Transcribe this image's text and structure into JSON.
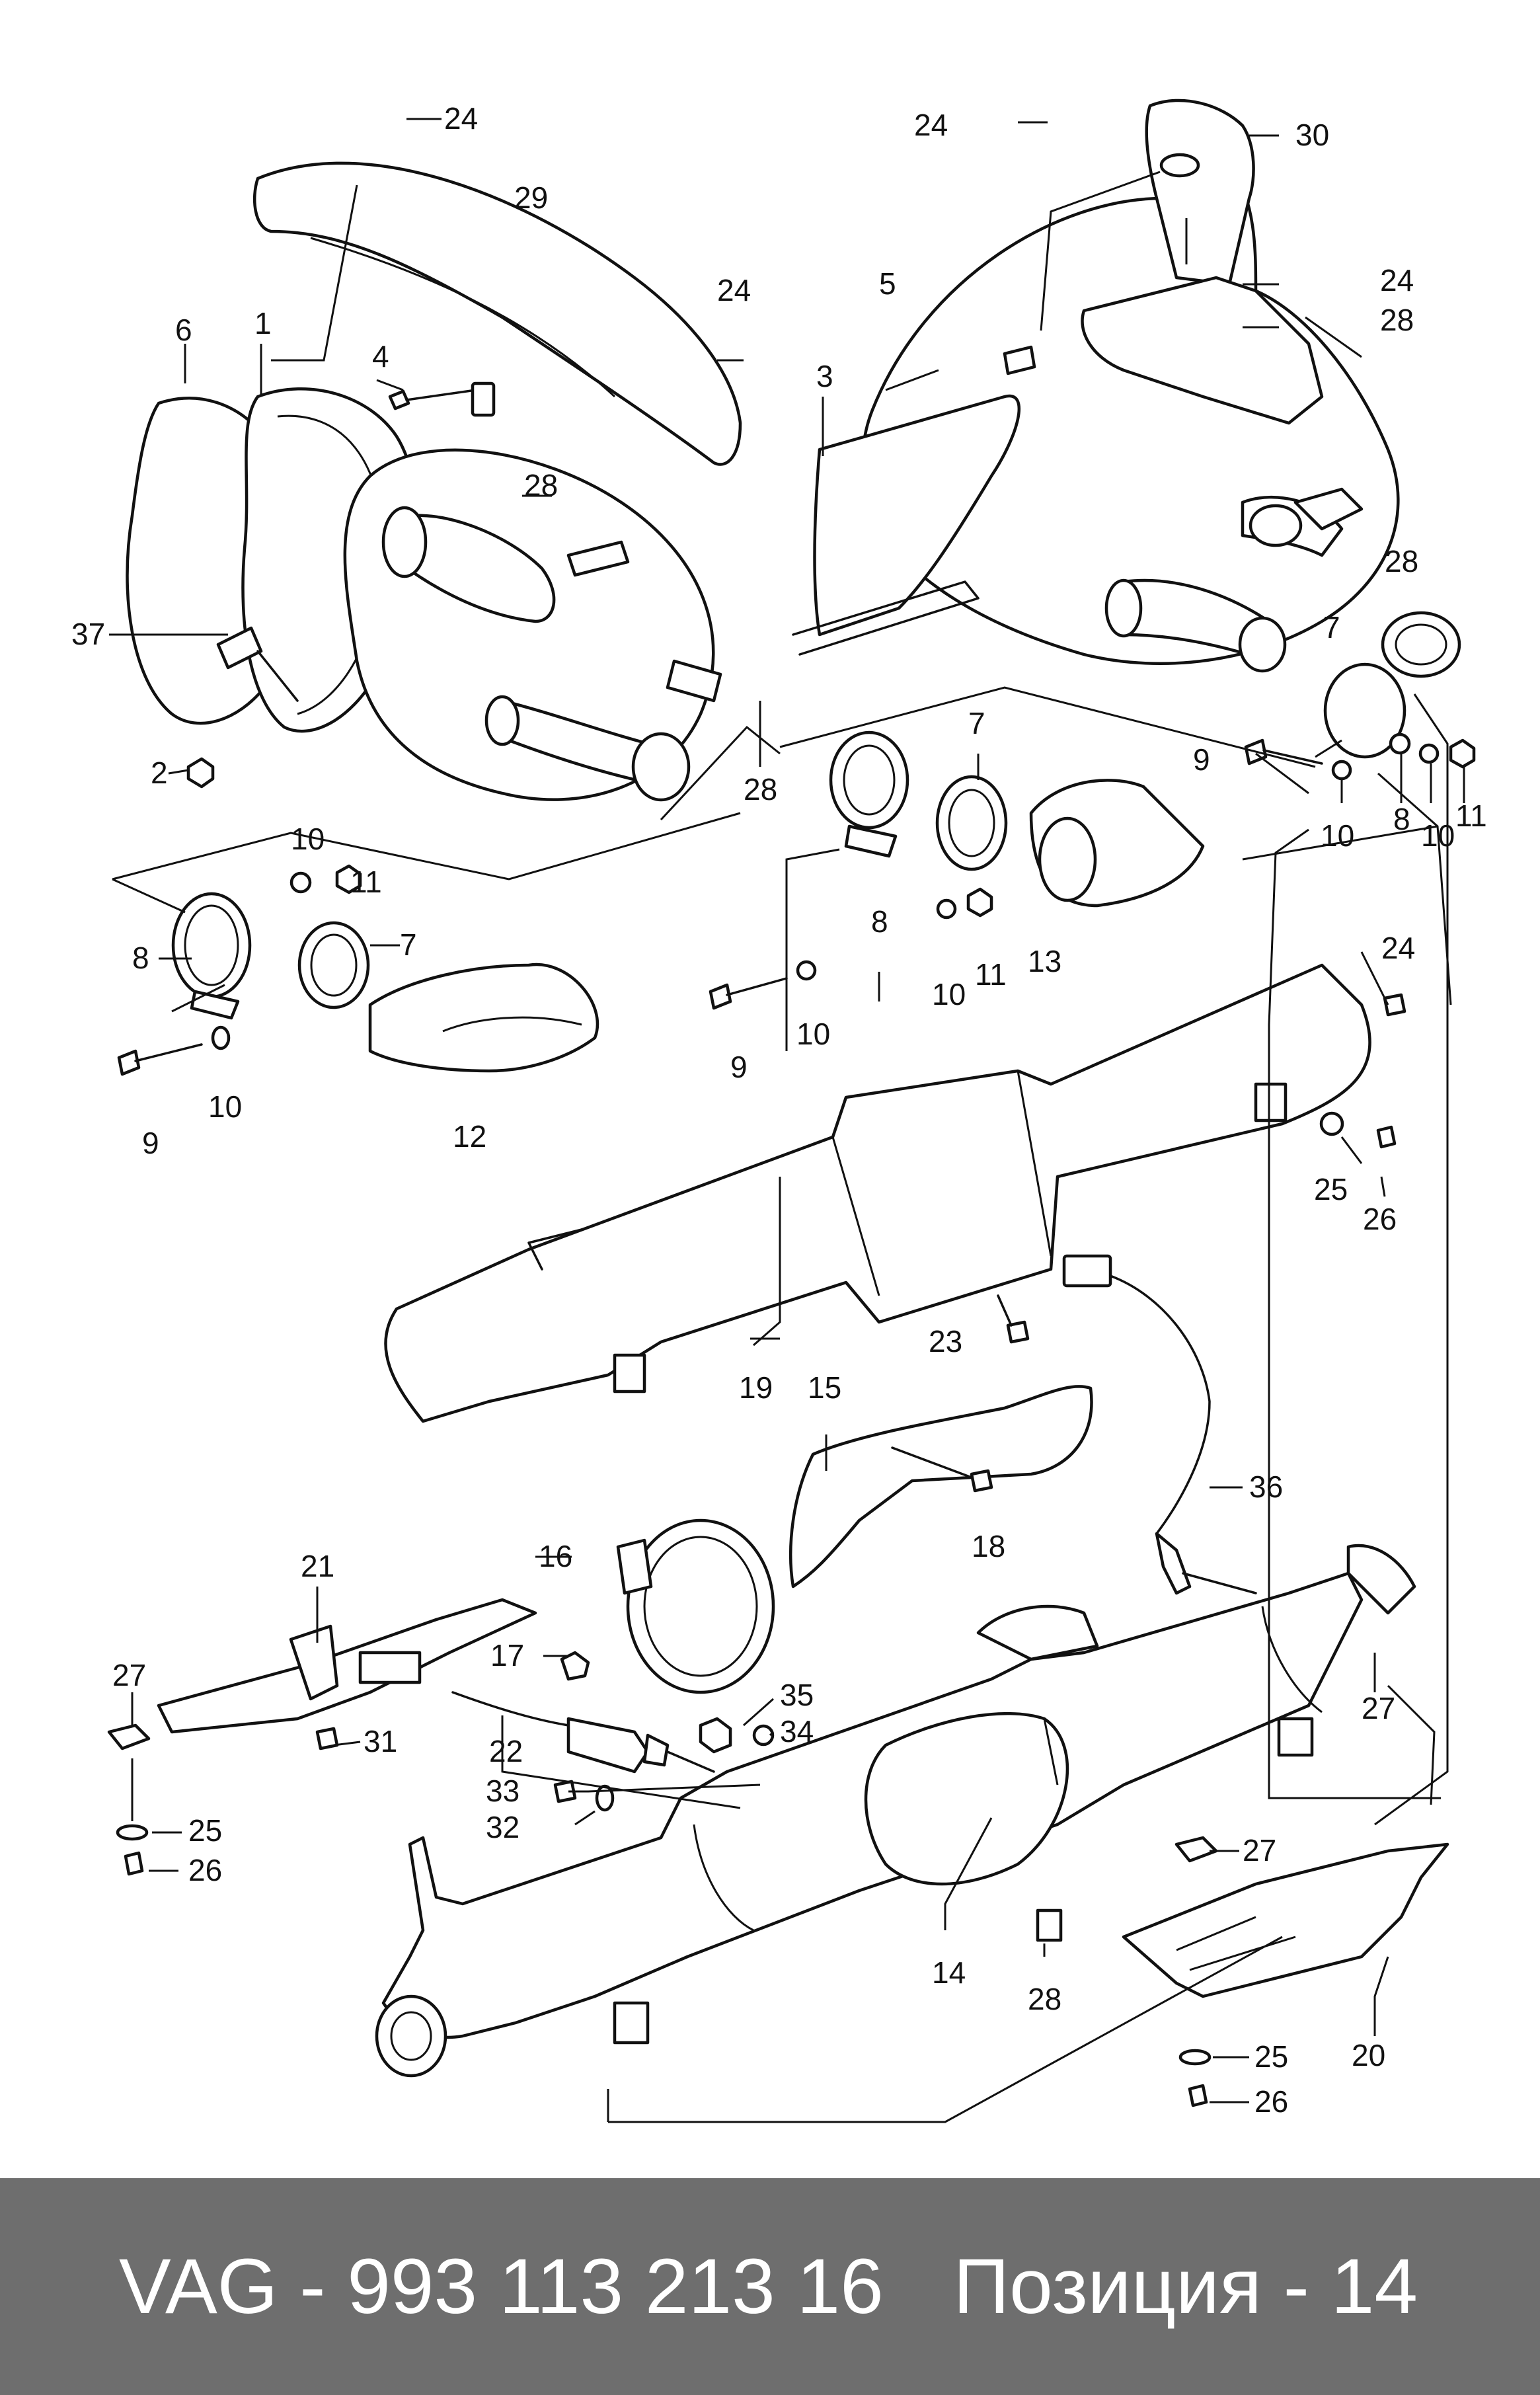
{
  "colors": {
    "line": "#111111",
    "background": "#ffffff",
    "footer_bg": "#6e6e6e",
    "footer_text": "#ffffff"
  },
  "footer": {
    "part_number": "VAG - 993 113 213 16",
    "position": "Позиция - 14"
  },
  "callouts": {
    "c1": "1",
    "c2": "2",
    "c3": "3",
    "c4": "4",
    "c5": "5",
    "c6": "6",
    "c7a": "7",
    "c7b": "7",
    "c7c": "7",
    "c8a": "8",
    "c8b": "8",
    "c8c": "8",
    "c9a": "9",
    "c9b": "9",
    "c9c": "9",
    "c10a": "10",
    "c10b": "10",
    "c10c": "10",
    "c10d": "10",
    "c10e": "10",
    "c10f": "10",
    "c11a": "11",
    "c11b": "11",
    "c11c": "11",
    "c12": "12",
    "c13": "13",
    "c14": "14",
    "c15": "15",
    "c16": "16",
    "c17": "17",
    "c18": "18",
    "c19": "19",
    "c20": "20",
    "c21": "21",
    "c22": "22",
    "c23": "23",
    "c24a": "24",
    "c24b": "24",
    "c24c": "24",
    "c24d": "24",
    "c24e": "24",
    "c25a": "25",
    "c25b": "25",
    "c25c": "25",
    "c26a": "26",
    "c26b": "26",
    "c26c": "26",
    "c27a": "27",
    "c27b": "27",
    "c27c": "27",
    "c28a": "28",
    "c28b": "28",
    "c28c": "28",
    "c28d": "28",
    "c28e": "28",
    "c29": "29",
    "c30": "30",
    "c31": "31",
    "c32": "32",
    "c33": "33",
    "c34": "34",
    "c35": "35",
    "c36": "36",
    "c37": "37"
  }
}
